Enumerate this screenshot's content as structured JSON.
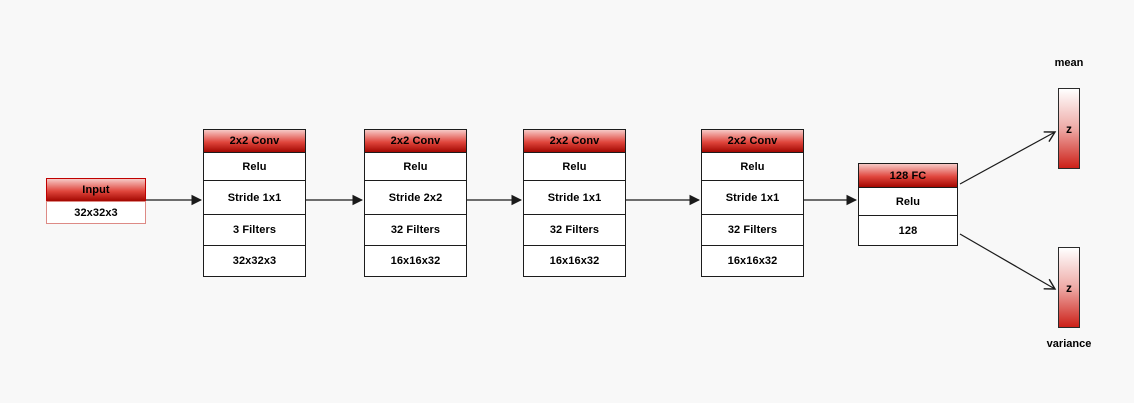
{
  "canvas": {
    "background_color": "#f8f8f8",
    "accent_red_top": "#f6c9c6",
    "accent_red_bottom": "#a30700",
    "arrow_color": "#1a1a1a"
  },
  "diagram": {
    "input_block": {
      "title": "Input",
      "dims": "32x32x3"
    },
    "conv_blocks": [
      {
        "title": "2x2 Conv",
        "activation": "Relu",
        "stride": "Stride 1x1",
        "filters": "3 Filters",
        "output": "32x32x3"
      },
      {
        "title": "2x2 Conv",
        "activation": "Relu",
        "stride": "Stride 2x2",
        "filters": "32 Filters",
        "output": "16x16x32"
      },
      {
        "title": "2x2 Conv",
        "activation": "Relu",
        "stride": "Stride 1x1",
        "filters": "32 Filters",
        "output": "16x16x32"
      },
      {
        "title": "2x2 Conv",
        "activation": "Relu",
        "stride": "Stride 1x1",
        "filters": "32 Filters",
        "output": "16x16x32"
      }
    ],
    "fc_block": {
      "title": "128 FC",
      "activation": "Relu",
      "units": "128"
    },
    "latent": {
      "mean_label": "mean",
      "mean_node": "z",
      "variance_label": "variance",
      "variance_node": "z"
    }
  }
}
